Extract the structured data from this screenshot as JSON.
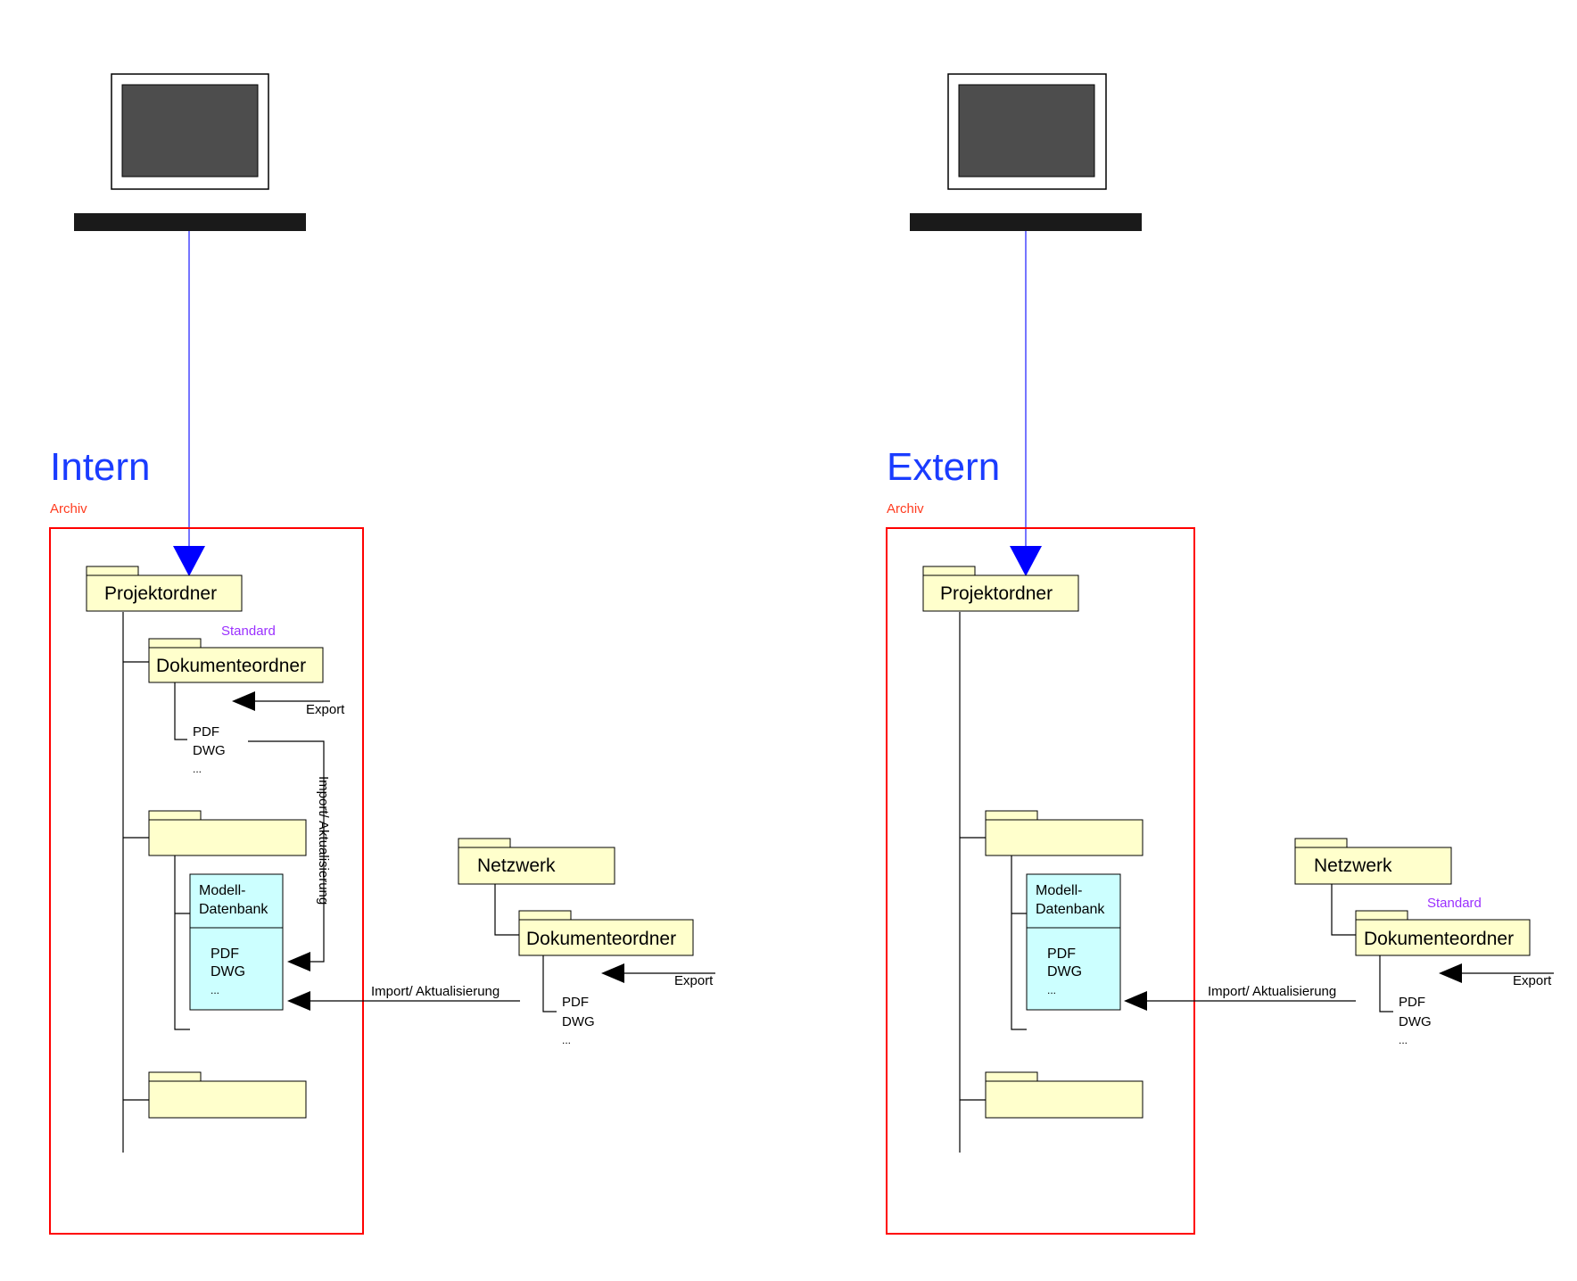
{
  "left": {
    "heading": "Intern",
    "archive_label": "Archiv",
    "project_folder": "Projektordner",
    "standard_label": "Standard",
    "document_folder": "Dokumenteordner",
    "export_label": "Export",
    "file_types": [
      "PDF",
      "DWG",
      "..."
    ],
    "import_vertical_label": "Import/ Aktualisierung",
    "model_db": [
      "Modell-",
      "Datenbank"
    ],
    "model_files": [
      "PDF",
      "DWG",
      "..."
    ],
    "import_label": "Import/ Aktualisierung",
    "network_folder": "Netzwerk",
    "network_doc_folder": "Dokumenteordner",
    "network_export_label": "Export",
    "network_files": [
      "PDF",
      "DWG",
      "..."
    ]
  },
  "right": {
    "heading": "Extern",
    "archive_label": "Archiv",
    "project_folder": "Projektordner",
    "model_db": [
      "Modell-",
      "Datenbank"
    ],
    "model_files": [
      "PDF",
      "DWG",
      "..."
    ],
    "import_label": "Import/ Aktualisierung",
    "network_folder": "Netzwerk",
    "standard_label": "Standard",
    "network_doc_folder": "Dokumenteordner",
    "network_export_label": "Export",
    "network_files": [
      "PDF",
      "DWG",
      "..."
    ]
  },
  "colors": {
    "heading": "#1a3cff",
    "archive": "#ff3b1f",
    "standard": "#9b30ff",
    "folder_fill": "#ffffcc",
    "model_fill": "#ccffff",
    "connector": "#1a1aff",
    "archive_border": "#ff0000",
    "monitor_screen": "#4d4d4d",
    "keyboard": "#1a1a1a"
  }
}
